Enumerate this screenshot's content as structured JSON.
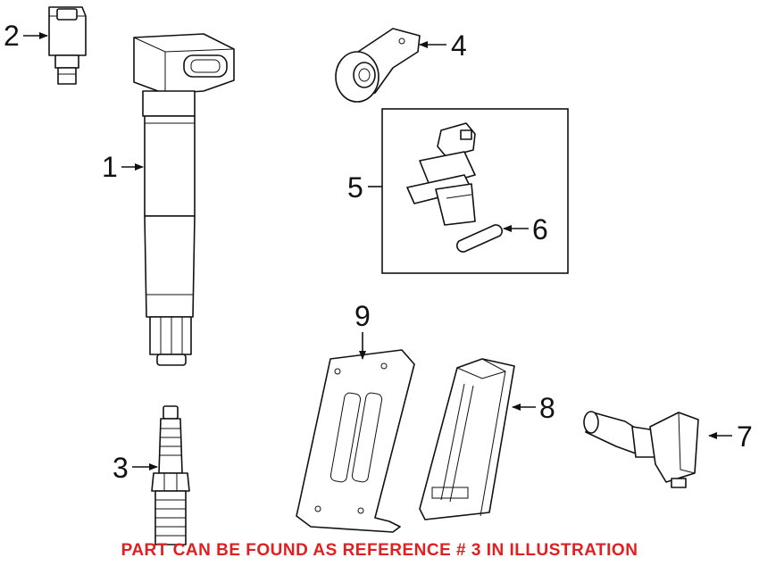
{
  "callouts": [
    "1",
    "2",
    "3",
    "4",
    "5",
    "6",
    "7",
    "8",
    "9"
  ],
  "note": "PART CAN BE FOUND AS REFERENCE # 3 IN ILLUSTRATION",
  "colors": {
    "line": "#111111",
    "note": "#e02020",
    "background": "#ffffff"
  }
}
